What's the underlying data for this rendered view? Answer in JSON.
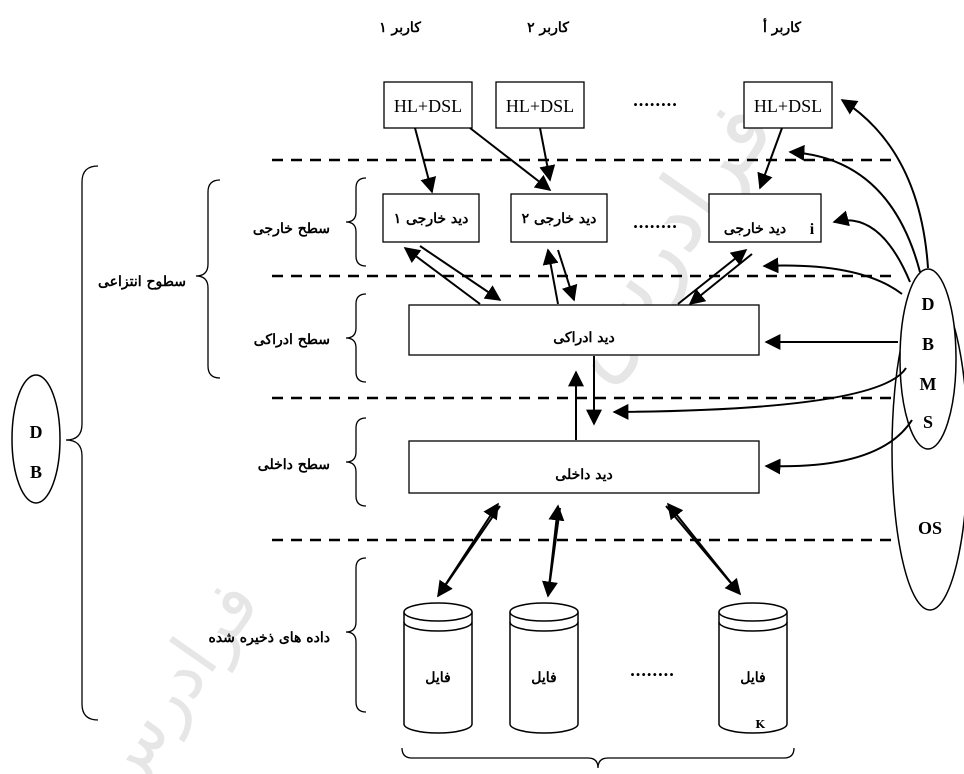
{
  "users": {
    "user1": "کاربر ۱",
    "user2": "کاربر ۲",
    "useri": "کاربر أ"
  },
  "boxes": {
    "hl_dsl": "HL+DSL",
    "ext_view_1": "دید خارجی ۱",
    "ext_view_2": "دید خارجی ۲",
    "ext_view_i": "دید خارجی",
    "ext_view_i_index": "i",
    "conceptual_view": "دید ادراکی",
    "internal_view": "دید داخلی",
    "file": "فایل",
    "file_sub_k": "K"
  },
  "levels": {
    "external": "سطح خارجی",
    "conceptual": "سطح ادراکی",
    "internal": "سطح داخلی",
    "stored_data": "داده های ذخیره شده",
    "abstract_levels": "سطوح انتزاعی"
  },
  "ellipses": {
    "db": [
      "D",
      "B"
    ],
    "dbms": [
      "D",
      "B",
      "M",
      "S"
    ],
    "os": "OS"
  },
  "dots": "........",
  "watermark": "فرادرس"
}
